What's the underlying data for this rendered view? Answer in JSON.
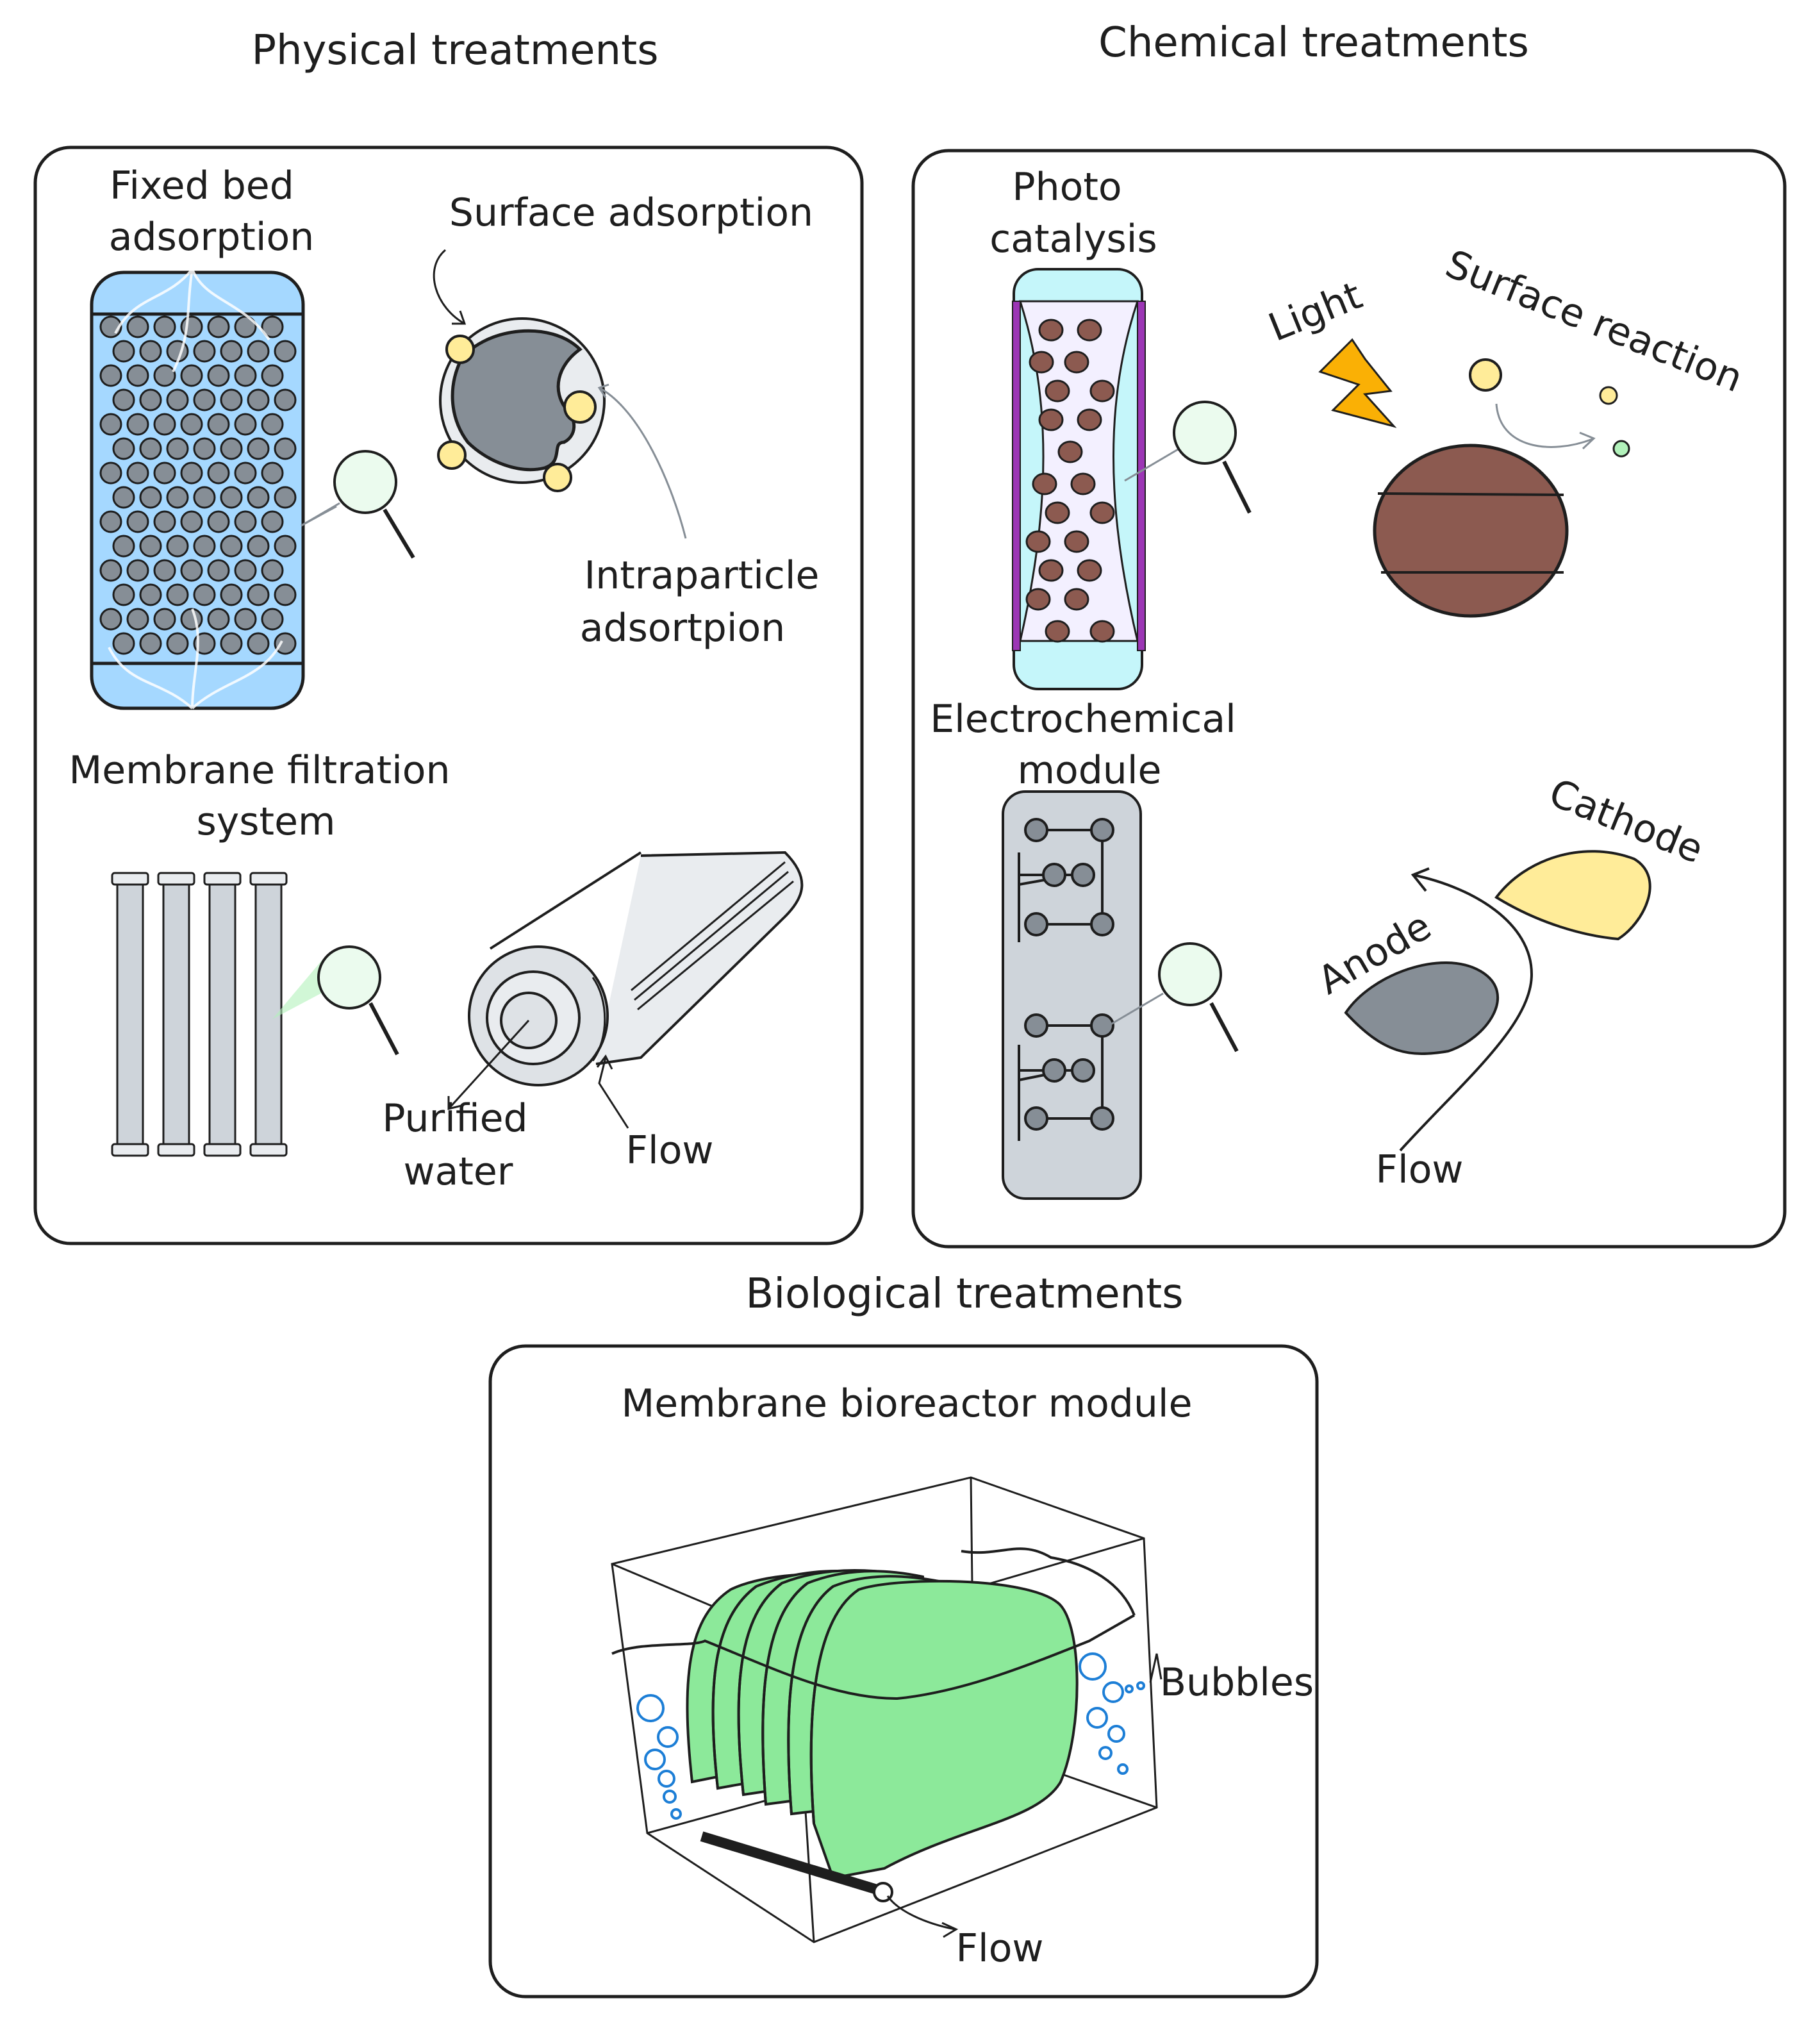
{
  "sections": {
    "physical": {
      "title": "Physical treatments",
      "fixed_bed": "Fixed bed adsorption",
      "fixed_bed_line1": "Fixed bed",
      "fixed_bed_line2": "adsorption",
      "surface_adsorption": "Surface adsorption",
      "intraparticle_line1": "Intraparticle",
      "intraparticle_line2": "adsortpion",
      "membrane_line1": "Membrane filtration",
      "membrane_line2": "system",
      "purified_line1": "Purified",
      "purified_line2": "water",
      "flow": "Flow"
    },
    "chemical": {
      "title": "Chemical treatments",
      "photo_line1": "Photo",
      "photo_line2": "catalysis",
      "light": "Light",
      "surface_reaction": "Surface reaction",
      "electro_line1": "Electrochemical",
      "electro_line2": "module",
      "cathode": "Cathode",
      "anode": "Anode",
      "flow": "Flow"
    },
    "biological": {
      "title": "Biological treatments",
      "module": "Membrane bioreactor module",
      "bubbles": "Bubbles",
      "flow": "Flow"
    }
  },
  "colors": {
    "stroke": "#1e1e1e",
    "bed_fill": "#a5d8ff",
    "granule": "#868e96",
    "adsorbate": "#ffec99",
    "lens": "#ebfbee",
    "photo_fill": "#c5f6fa",
    "photo_inner": "#f3f0ff",
    "lamp": "#9c36b5",
    "catalyst": "#8c5a50",
    "bolt": "#fab005",
    "product": "#b2f2bb",
    "electro_fill": "#ced4da",
    "anode": "#868e96",
    "cathode": "#ffec99",
    "bio_fill": "#8ce99a",
    "bubble": "#1c7ed6",
    "membrane": "#ced4da"
  }
}
